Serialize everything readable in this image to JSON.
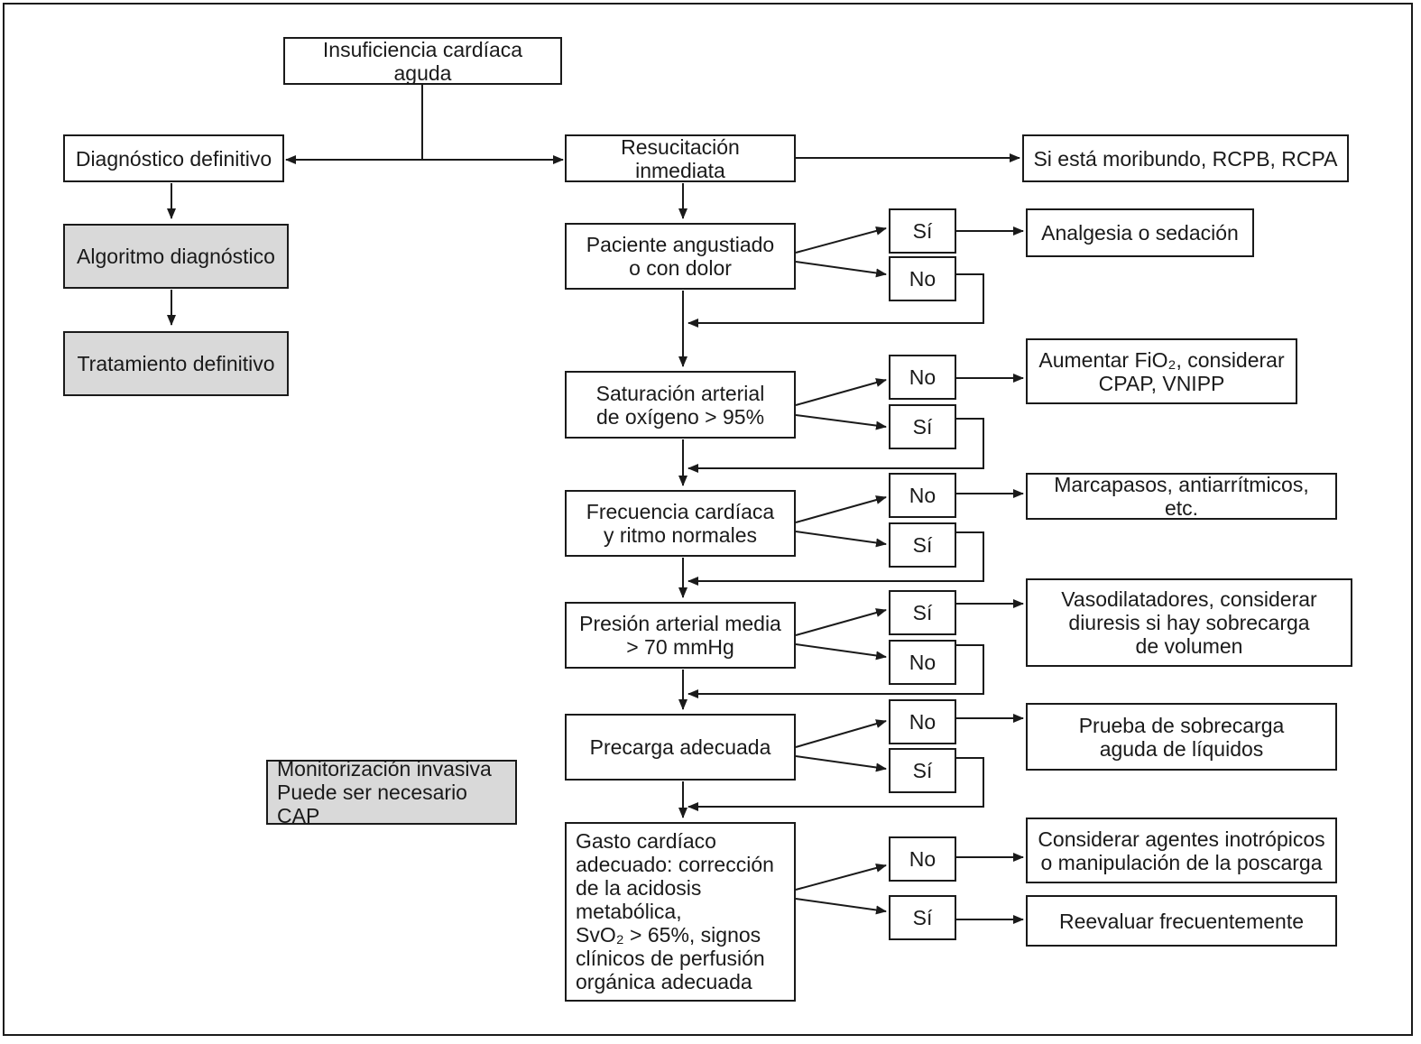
{
  "nodes": {
    "root": "Insuficiencia cardíaca aguda",
    "diagnostico": "Diagnóstico definitivo",
    "algoritmo": "Algoritmo diagnóstico",
    "tratamiento": "Tratamiento definitivo",
    "resucitacion": "Resucitación inmediata",
    "moribundo": "Si está moribundo, RCPB, RCPA",
    "monitorizacion": "Monitorización invasiva\nPuede ser necesario CAP",
    "paciente": "Paciente angustiado\no con dolor",
    "saturacion": "Saturación arterial\nde oxígeno > 95%",
    "frecuencia": "Frecuencia cardíaca\ny ritmo normales",
    "presion": "Presión arterial media\n> 70 mmHg",
    "precarga": "Precarga adecuada",
    "gasto": "Gasto cardíaco\nadecuado: corrección\nde la acidosis\nmetabólica,\nSvO₂ > 65%, signos\nclínicos de perfusión\norgánica adecuada"
  },
  "answers": {
    "paciente_si": "Sí",
    "paciente_no": "No",
    "saturacion_no": "No",
    "saturacion_si": "Sí",
    "frecuencia_no": "No",
    "frecuencia_si": "Sí",
    "presion_si": "Sí",
    "presion_no": "No",
    "precarga_no": "No",
    "precarga_si": "Sí",
    "gasto_no": "No",
    "gasto_si": "Sí"
  },
  "actions": {
    "analgesia": "Analgesia o sedación",
    "aumentar": "Aumentar FiO₂, considerar\nCPAP, VNIPP",
    "marcapasos": "Marcapasos, antiarrítmicos, etc.",
    "vasodilatadores": "Vasodilatadores, considerar\ndiuresis si hay sobrecarga\nde volumen",
    "prueba": "Prueba de sobrecarga\naguda de líquidos",
    "considerar": "Considerar agentes inotrópicos\no manipulación de la poscarga",
    "reevaluar": "Reevaluar frecuentemente"
  }
}
